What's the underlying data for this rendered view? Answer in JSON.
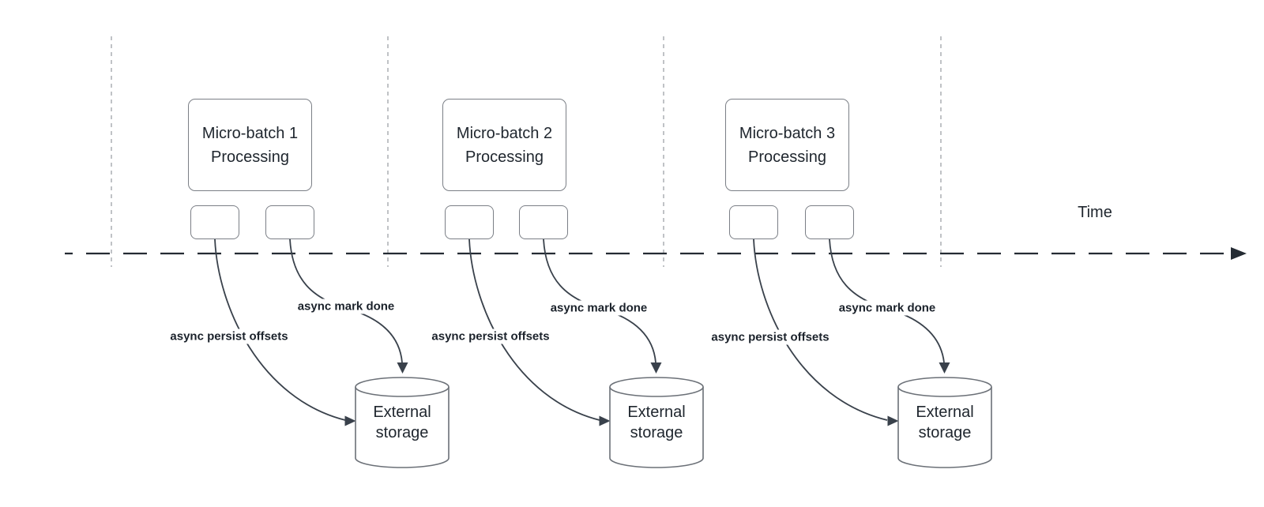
{
  "timeline": {
    "label": "Time"
  },
  "batches": [
    {
      "title": "Micro-batch 1\nProcessing",
      "persist_label": "async persist offsets",
      "mark_done_label": "async mark done",
      "storage_label": "External\nstorage"
    },
    {
      "title": "Micro-batch 2\nProcessing",
      "persist_label": "async persist offsets",
      "mark_done_label": "async mark done",
      "storage_label": "External\nstorage"
    },
    {
      "title": "Micro-batch 3\nProcessing",
      "persist_label": "async persist offsets",
      "mark_done_label": "async mark done",
      "storage_label": "External\nstorage"
    }
  ],
  "colors": {
    "background": "#ffffff",
    "dark_line": "#242b33",
    "curve_line": "#39414b",
    "box_border": "#7b7f86",
    "cylinder_border": "#6b7077",
    "guide_line": "#b1b4b8",
    "text": "#20272f",
    "label_text": "#1b222b"
  }
}
